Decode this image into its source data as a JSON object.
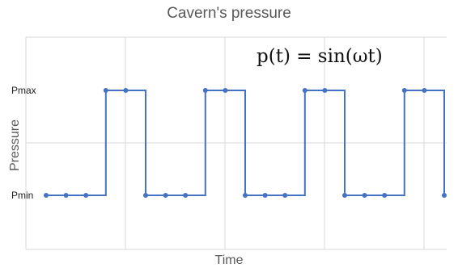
{
  "chart_data": {
    "type": "line",
    "title": "Cavern's pressure",
    "xlabel": "Time",
    "ylabel": "Pressure",
    "annotation": "p(t) = sin(ωt)",
    "y_tick_labels": [
      "Pmax",
      "Pmin"
    ],
    "ylim": [
      -0.5,
      1.5
    ],
    "xlim": [
      0,
      20
    ],
    "grid": true,
    "legend": "none",
    "line_color": "#4472C4",
    "grid_color": "#d9d9d9",
    "series": [
      {
        "step": "vertical",
        "x": [
          1,
          2,
          3,
          4,
          5,
          6,
          7,
          8,
          9,
          10,
          11,
          12,
          13,
          14,
          15,
          16,
          17,
          18,
          19,
          20,
          21
        ],
        "y": [
          0,
          0,
          0,
          1,
          1,
          0,
          0,
          0,
          1,
          1,
          0,
          0,
          0,
          1,
          1,
          0,
          0,
          0,
          1,
          1,
          0
        ]
      }
    ]
  }
}
